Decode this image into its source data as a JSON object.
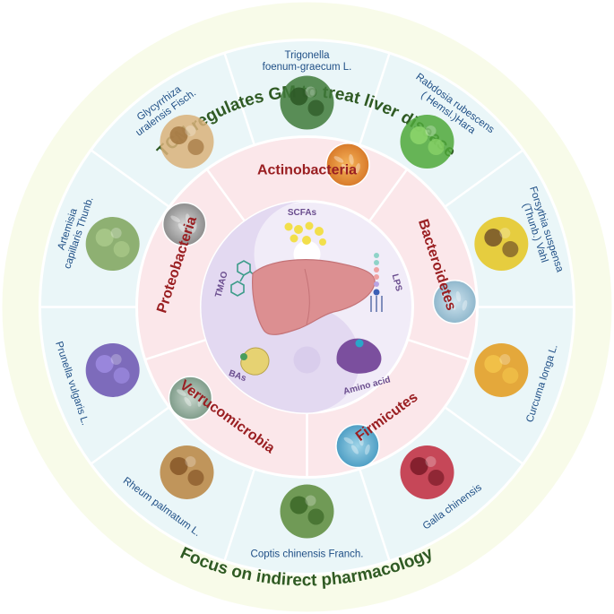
{
  "title_top": "TCM regulates GM to treat liver disease",
  "title_bottom": "Focus on indirect pharmacology",
  "herbs": [
    {
      "lines": [
        "Trigonella",
        "foenum-graecum L."
      ],
      "icon": "fenugreek-plant-icon"
    },
    {
      "lines": [
        "Rabdosia rubescens",
        "( Hemsl.)Hara"
      ],
      "icon": "rabdosia-leaves-icon"
    },
    {
      "lines": [
        "Forsythia suspensa",
        "(Thunb.) Vahl"
      ],
      "icon": "forsythia-flower-icon"
    },
    {
      "lines": [
        "Curcuma longa L."
      ],
      "icon": "turmeric-root-icon"
    },
    {
      "lines": [
        "Galla chinensis"
      ],
      "icon": "galla-berries-icon"
    },
    {
      "lines": [
        "Coptis chinensis Franch."
      ],
      "icon": "coptis-plant-icon"
    },
    {
      "lines": [
        "Rheum palmatum L."
      ],
      "icon": "rhubarb-root-slices-icon"
    },
    {
      "lines": [
        "Prunella vulgaris L."
      ],
      "icon": "prunella-flower-icon"
    },
    {
      "lines": [
        "Artemisia",
        "capillaris Thunb."
      ],
      "icon": "artemisia-plant-icon"
    },
    {
      "lines": [
        "Glycyrrhiza",
        "uralensis Fisch."
      ],
      "icon": "licorice-root-slices-icon"
    }
  ],
  "bacteria": [
    {
      "label": "Actinobacteria",
      "icon": "actinobacteria-microscopy-icon"
    },
    {
      "label": "Bacteroidetes",
      "icon": "bacteroidetes-microscopy-icon"
    },
    {
      "label": "Firmicutes",
      "icon": "firmicutes-microscopy-icon"
    },
    {
      "label": "Verrucomicrobia",
      "icon": "verrucomicrobia-microscopy-icon"
    },
    {
      "label": "Proteobacteria",
      "icon": "proteobacteria-microscopy-icon"
    }
  ],
  "core": {
    "scfas": "SCFAs",
    "tmao": "TMAO",
    "lps": "LPS",
    "bas": "BAs",
    "amino_acid": "Amino acid",
    "liver_icon": "liver-icon"
  },
  "colors": {
    "outer_ring": "#f8fbe9",
    "herb_ring": "#eaf6f8",
    "bacteria_ring": "#fbe7ea",
    "core_bg": "#e6def2",
    "title": "#2f5a23",
    "herb_text": "#1f4f86",
    "bacteria_text": "#9a1f22",
    "liver": "#dc8f91"
  }
}
